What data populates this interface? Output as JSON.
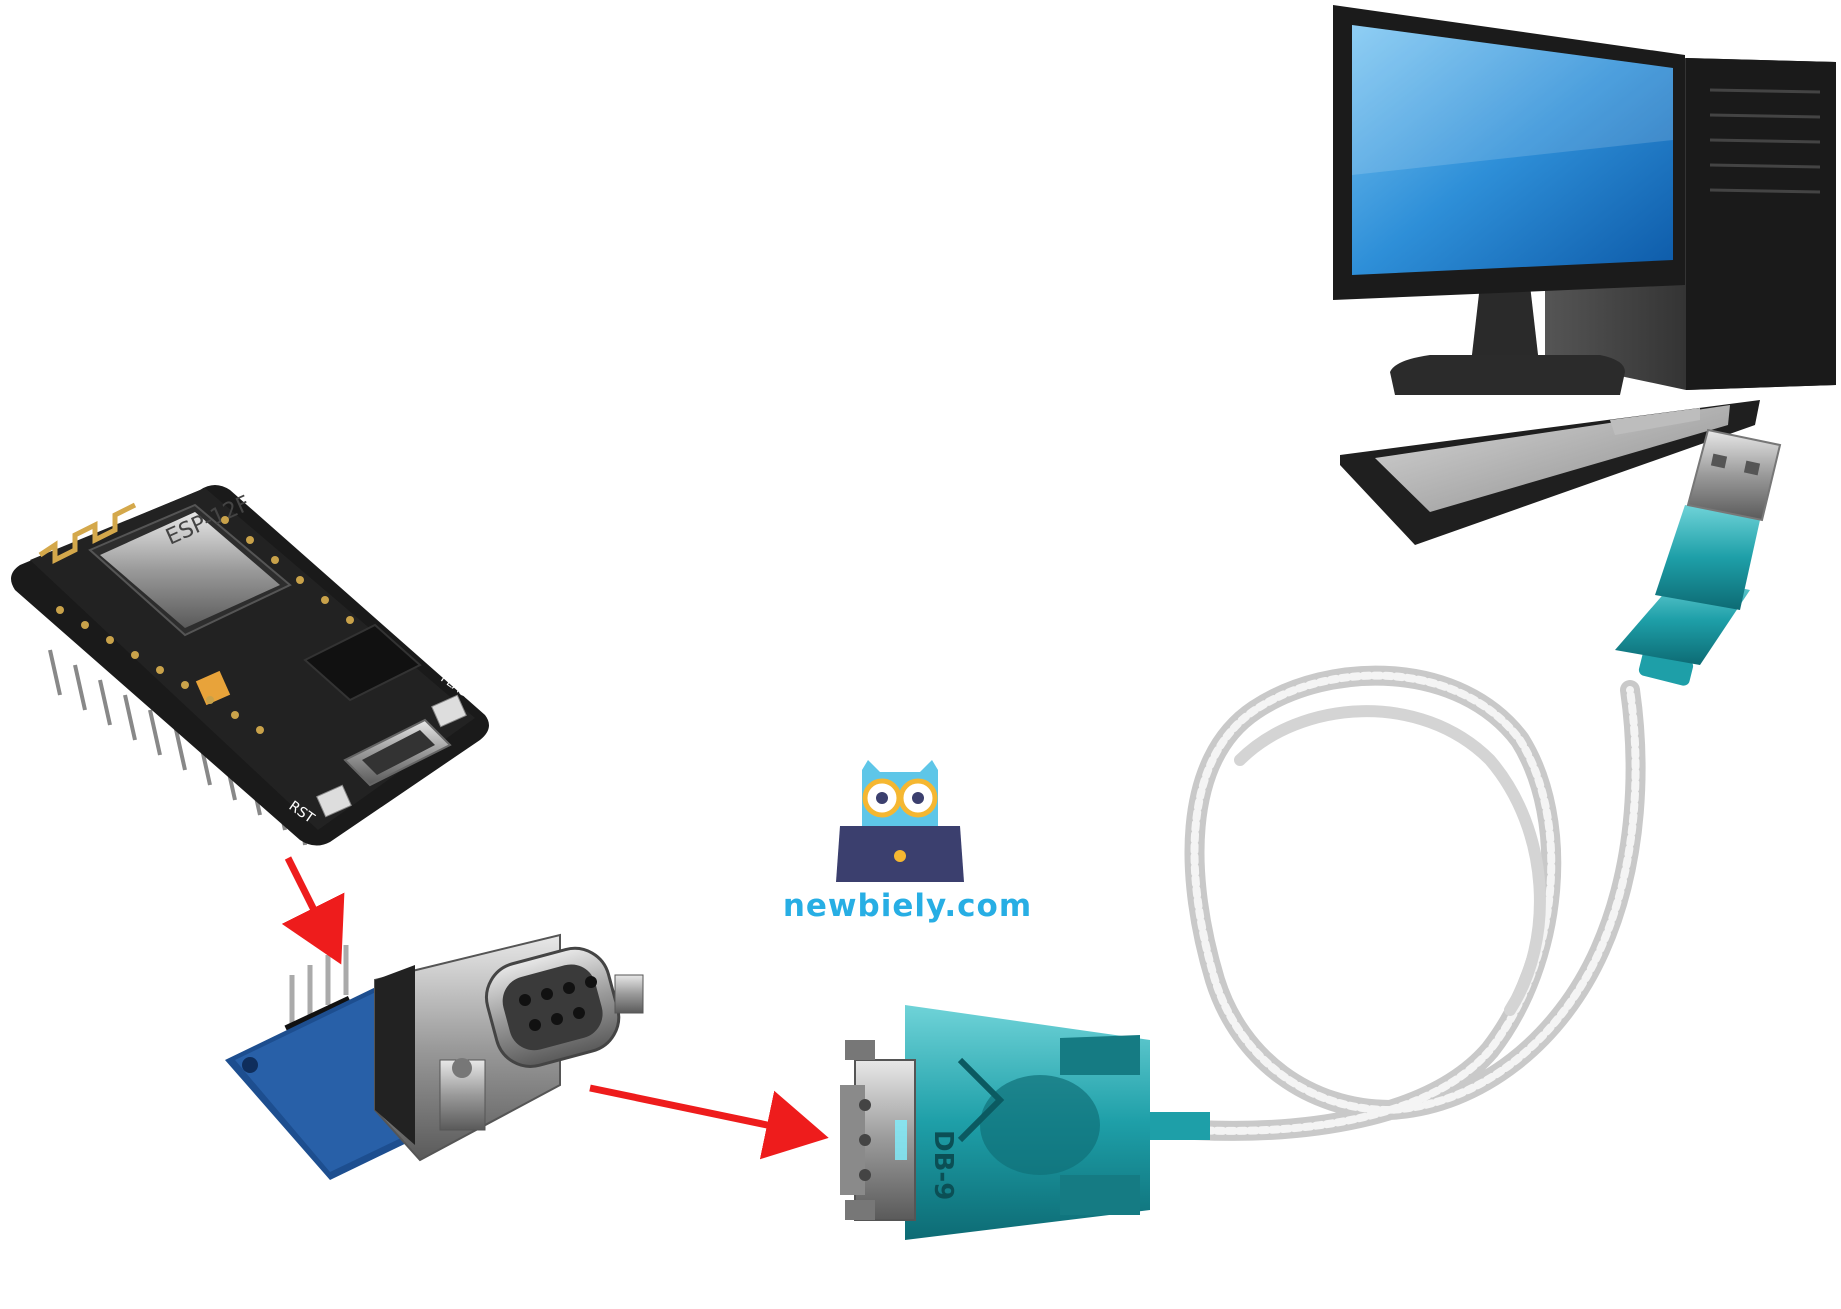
{
  "brand": {
    "text": "newbiely.com",
    "text_color": "#27aee4",
    "owl_body_color": "#5ec6e8",
    "glasses_color": "#f5b731",
    "laptop_color": "#3b3f6e"
  },
  "board": {
    "module_label": "ESP-12F",
    "pin_label_rst": "RST",
    "pin_label_flash": "FLASH"
  },
  "adapter_cable": {
    "connector_label": "DB-9",
    "body_color": "#1e9fa8"
  },
  "arrows": {
    "color": "#ee1c1c"
  },
  "computer": {
    "screen_color": "#2e8fd8",
    "case_color": "#2b2b2b"
  }
}
